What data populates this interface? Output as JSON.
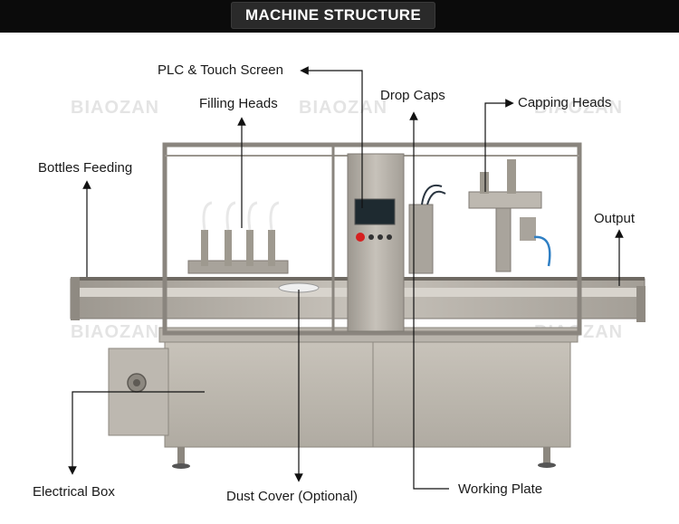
{
  "header": {
    "title": "MACHINE STRUCTURE"
  },
  "watermark": {
    "brand": "BIAOZAN"
  },
  "labels": {
    "plc": "PLC & Touch Screen",
    "filling": "Filling Heads",
    "drop_caps": "Drop Caps",
    "capping": "Capping Heads",
    "bottles_feeding": "Bottles Feeding",
    "output": "Output",
    "electrical_box": "Electrical Box",
    "dust_cover": "Dust Cover (Optional)",
    "working_plate": "Working Plate"
  },
  "colors": {
    "header_bg": "#0b0b0b",
    "title_plate": "#2a2a2a",
    "steel": "#b3aea6",
    "emergency_stop": "#d62020"
  }
}
